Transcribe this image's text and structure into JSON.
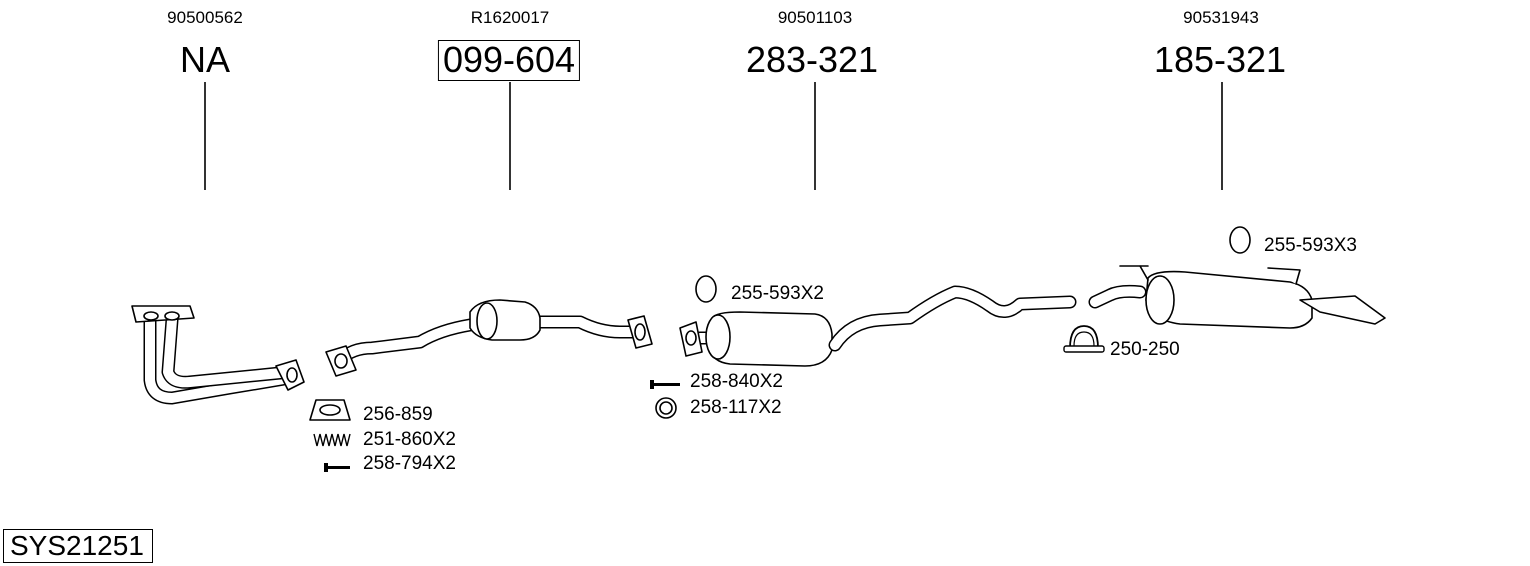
{
  "diagram": {
    "groups": [
      {
        "ref": "90500562",
        "part": "NA",
        "boxed": false
      },
      {
        "ref": "R1620017",
        "part": "099-604",
        "boxed": true
      },
      {
        "ref": "90501103",
        "part": "283-321",
        "boxed": false
      },
      {
        "ref": "90531943",
        "part": "185-321",
        "boxed": false
      }
    ],
    "accessories": [
      {
        "label": "256-859"
      },
      {
        "label": "251-860X2"
      },
      {
        "label": "258-794X2"
      },
      {
        "label": "255-593X2"
      },
      {
        "label": "258-840X2"
      },
      {
        "label": "258-117X2"
      },
      {
        "label": "255-593X3"
      },
      {
        "label": "250-250"
      }
    ],
    "system_code": "SYS21251"
  }
}
